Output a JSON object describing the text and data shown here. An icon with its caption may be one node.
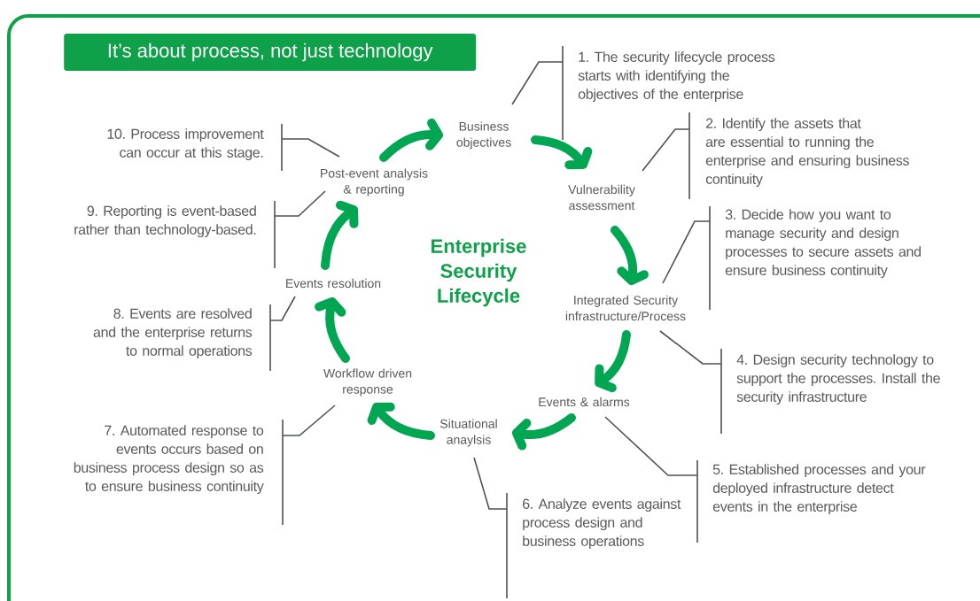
{
  "diagram": {
    "title": "It’s about process, not just technology",
    "nodes": [
      {
        "text": [
          "Business objectives"
        ]
      },
      {
        "text": [
          "Vulnerability assessment"
        ]
      },
      {
        "text": [
          "Integrated Security infrastructure/Process"
        ]
      },
      {
        "text": [
          "Events & alarms"
        ]
      },
      {
        "text": [
          "Situational anaylsis"
        ]
      },
      {
        "text": [
          "Workflow driven response"
        ]
      },
      {
        "text": [
          "Events resolution"
        ]
      },
      {
        "text": [
          "Post-event analysis & reporting"
        ]
      },
      {
        "text": [
          "1. The security lifecycle process starts with identifying the objectives of the enterprise"
        ]
      },
      {
        "text": [
          "2. Identify the assets that are essential to running the enterprise and ensuring business continuity"
        ]
      },
      {
        "text": [
          "3. Decide how you want to manage security and design processes to secure assets and ensure business continuity"
        ]
      },
      {
        "text": [
          "4. Design security technology to support the processes. Install the security infrastructure"
        ]
      },
      {
        "text": [
          "5. Established processes and your deployed infrastructure detect events in the enterprise"
        ]
      },
      {
        "text": [
          "6. Analyze events against process design and business operations"
        ]
      },
      {
        "text": [
          "7. Automated response to events occurs based on business process design so as to ensure business continuity"
        ]
      },
      {
        "text": [
          "8. Events are resolved and the enterprise returns to normal operations"
        ]
      },
      {
        "text": [
          "9. Reporting is event-based rather than technology-based."
        ]
      },
      {
        "text": [
          "10. Process improvement can occur at this stage."
        ]
      }
    ],
    "edges": [
      {
        "from": 0,
        "to": 1,
        "arrow": "to",
        "style": "thick",
        "color": "#00a651"
      },
      {
        "from": 1,
        "to": 2,
        "arrow": "to",
        "style": "thick",
        "color": "#00a651"
      },
      {
        "from": 2,
        "to": 3,
        "arrow": "to",
        "style": "thick",
        "color": "#00a651"
      },
      {
        "from": 3,
        "to": 4,
        "arrow": "to",
        "style": "thick",
        "color": "#00a651"
      },
      {
        "from": 4,
        "to": 5,
        "arrow": "to",
        "style": "thick",
        "color": "#00a651"
      },
      {
        "from": 5,
        "to": 6,
        "arrow": "to",
        "style": "thick",
        "color": "#00a651"
      },
      {
        "from": 6,
        "to": 7,
        "arrow": "to",
        "style": "thick",
        "color": "#00a651"
      },
      {
        "from": 7,
        "to": 0,
        "arrow": "to",
        "style": "thick",
        "color": "#00a651"
      },
      {
        "from": 8,
        "to": 0,
        "arrow": "none"
      },
      {
        "from": 9,
        "to": 1,
        "arrow": "none"
      },
      {
        "from": 10,
        "to": 2,
        "arrow": "none"
      },
      {
        "from": 11,
        "to": 2,
        "arrow": "none"
      },
      {
        "from": 12,
        "to": 3,
        "arrow": "none"
      },
      {
        "from": 13,
        "to": 4,
        "arrow": "none"
      },
      {
        "from": 14,
        "to": 5,
        "arrow": "none"
      },
      {
        "from": 15,
        "to": 6,
        "arrow": "none"
      },
      {
        "from": 16,
        "to": 7,
        "arrow": "none"
      },
      {
        "from": 17,
        "to": 7,
        "arrow": "none"
      }
    ],
    "labels": [
      "Enterprise Security Lifecycle"
    ]
  }
}
